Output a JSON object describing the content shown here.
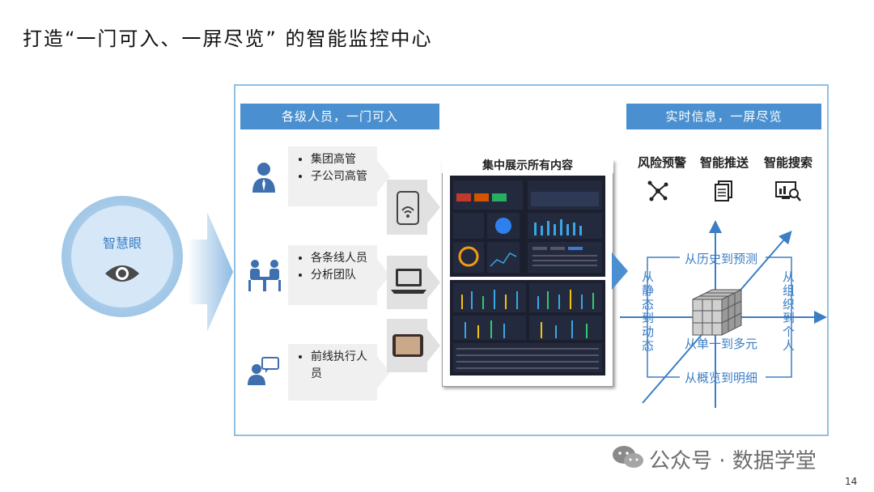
{
  "title": "打造“一门可入、一屏尽览” 的智能监控中心",
  "eye_circle": {
    "label": "智慧眼"
  },
  "left_header": "各级人员，一门可入",
  "right_header": "实时信息，一屏尽览",
  "center_title": "集中展示所有内容",
  "groups": [
    {
      "items": [
        "集团高管",
        "子公司高管"
      ]
    },
    {
      "items": [
        "各条线人员",
        "分析团队"
      ]
    },
    {
      "items": [
        "前线执行人员"
      ]
    }
  ],
  "features": [
    "风险预警",
    "智能推送",
    "智能搜索"
  ],
  "axes": {
    "top": "从历史到预测",
    "left": "从静态到动态",
    "right": "从组织到个人",
    "center": "从单一到多元",
    "bottom": "从概览到明细"
  },
  "watermark": "公众号 · 数据学堂",
  "page_number": "14",
  "colors": {
    "accent": "#4a90d0",
    "panel_border": "#8fc0e3",
    "axis_text": "#3b7ec4"
  }
}
